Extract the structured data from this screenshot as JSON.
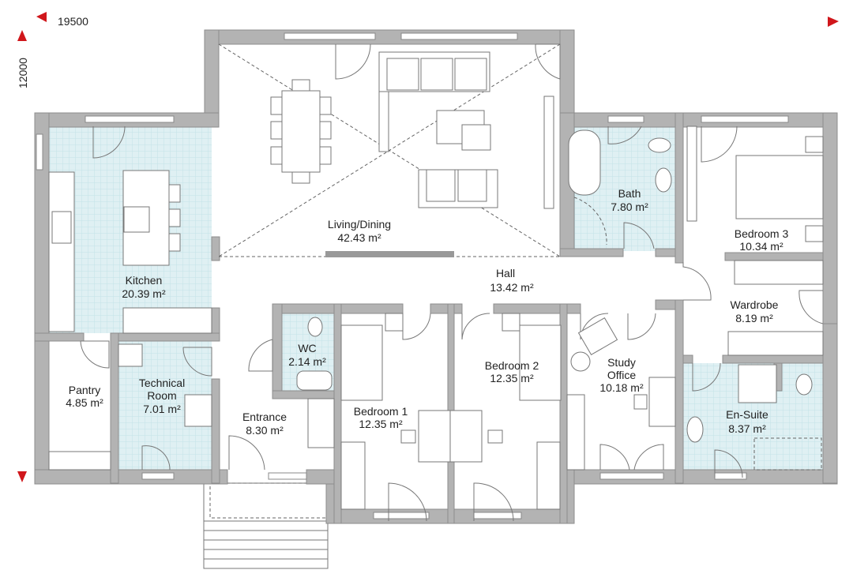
{
  "dimensions": {
    "width_label": "19500",
    "depth_label": "12000"
  },
  "colors": {
    "wall": "#b3b3b3",
    "tile": "#dff0f3",
    "arrow": "#d0161b"
  },
  "rooms": {
    "living": {
      "name": "Living/Dining",
      "area": "42.43 m²"
    },
    "hall": {
      "name": "Hall",
      "area": "13.42 m²"
    },
    "kitchen": {
      "name": "Kitchen",
      "area": "20.39 m²"
    },
    "bath": {
      "name": "Bath",
      "area": "7.80 m²"
    },
    "bedroom3": {
      "name": "Bedroom 3",
      "area": "10.34 m²"
    },
    "wardrobe": {
      "name": "Wardrobe",
      "area": "8.19 m²"
    },
    "wc": {
      "name": "WC",
      "area": "2.14 m²"
    },
    "technical": {
      "name_line1": "Technical",
      "name_line2": "Room",
      "area": "7.01 m²"
    },
    "pantry": {
      "name": "Pantry",
      "area": "4.85 m²"
    },
    "entrance": {
      "name": "Entrance",
      "area": "8.30 m²"
    },
    "bedroom1": {
      "name": "Bedroom 1",
      "area": "12.35 m²"
    },
    "bedroom2": {
      "name": "Bedroom 2",
      "area": "12.35 m²"
    },
    "study": {
      "name_line1": "Study",
      "name_line2": "Office",
      "area": "10.18 m²"
    },
    "ensuite": {
      "name": "En-Suite",
      "area": "8.37 m²"
    }
  }
}
